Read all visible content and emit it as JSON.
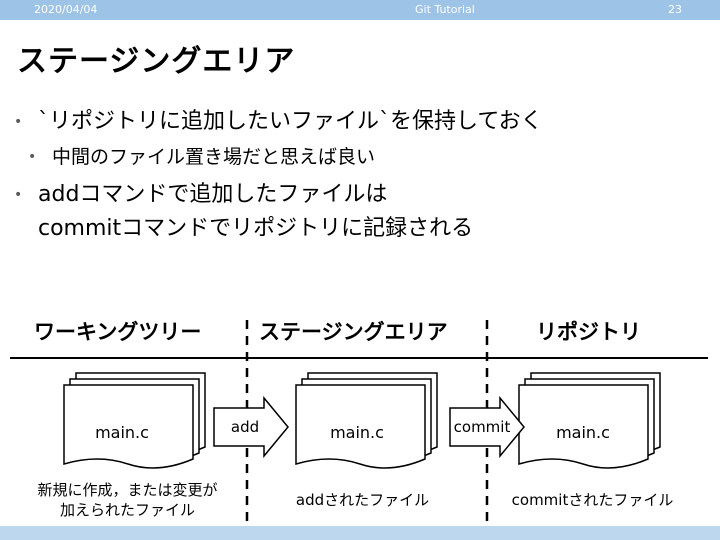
{
  "header": {
    "date": "2020/04/04",
    "center": "Git Tutorial",
    "page": "23"
  },
  "title": "ステージングエリア",
  "bullets": [
    "`リポジトリに追加したいファイル`を保持しておく",
    "中間のファイル置き場だと思えば良い",
    "addコマンドで追加したファイルは",
    "commitコマンドでリポジトリに記録される"
  ],
  "columns": {
    "working": "ワーキングツリー",
    "staging": "ステージングエリア",
    "repo": "リポジトリ"
  },
  "files": {
    "working": "main.c",
    "staging": "main.c",
    "repo": "main.c"
  },
  "arrows": {
    "add": "add",
    "commit": "commit"
  },
  "captions": {
    "working_1": "新規に作成，または変更が",
    "working_2": "加えられたファイル",
    "staging": "addされたファイル",
    "repo": "commitされたファイル"
  },
  "colors": {
    "accent": "#9dc3e6",
    "bottom": "#bdd7ee"
  }
}
